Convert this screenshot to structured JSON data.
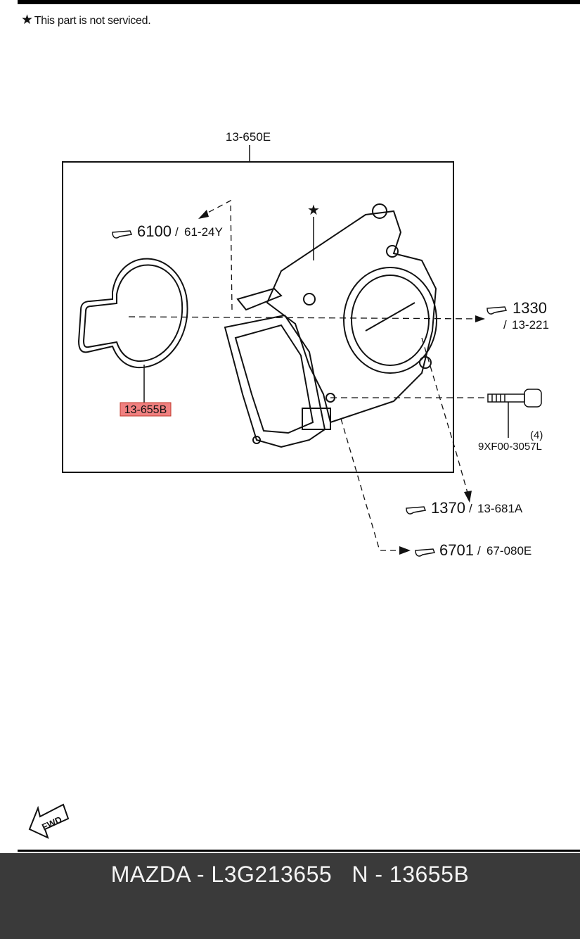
{
  "note": {
    "icon": "star-icon",
    "text": "This part is not serviced."
  },
  "assembly": {
    "part_no": "13-650E"
  },
  "gasket": {
    "part_no": "13-655B",
    "highlight_color": "#f08080"
  },
  "references": [
    {
      "icon": "pointing-hand-icon",
      "ref": "6100",
      "sub": "61-24Y"
    },
    {
      "icon": "pointing-hand-icon",
      "ref": "1330",
      "sub": "13-221"
    },
    {
      "icon": "pointing-hand-icon",
      "ref": "1370",
      "sub": "13-681A"
    },
    {
      "icon": "pointing-hand-icon",
      "ref": "6701",
      "sub": "67-080E"
    }
  ],
  "bolt": {
    "qty": "(4)",
    "part_no": "9XF00-3057L"
  },
  "fwd_label": "FWD",
  "footer": {
    "text": "MAZDA - L3G213655   N - 13655B",
    "bg_color": "#3a3a3a"
  }
}
